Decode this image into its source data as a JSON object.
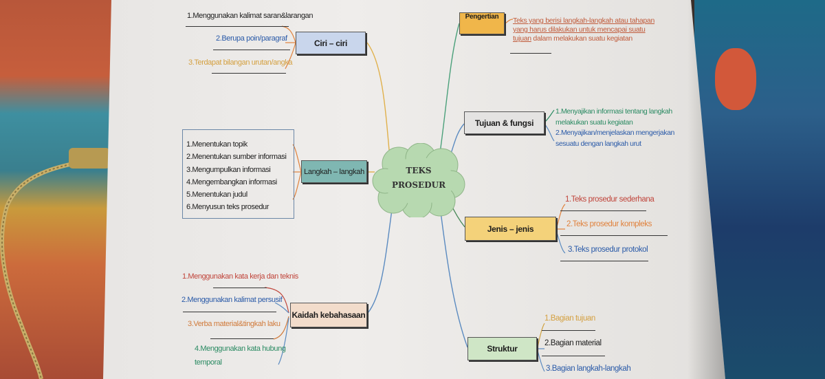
{
  "center": {
    "label_line1": "TEKS",
    "label_line2": "PROSEDUR"
  },
  "ciri": {
    "label": "Ciri – ciri",
    "items": [
      "1.Menggunakan kalimat saran&larangan",
      "2.Berupa poin/paragraf",
      "3.Terdapat bilangan urutan/angka"
    ]
  },
  "langkah": {
    "label": "Langkah – langkah",
    "items": [
      "1.Menentukan topik",
      "2.Menentukan sumber informasi",
      "3.Mengumpulkan informasi",
      "4.Mengembangkan informasi",
      "5.Menentukan judul",
      "6.Menyusun teks prosedur"
    ]
  },
  "kaidah": {
    "label": "Kaidah kebahasaan",
    "items": [
      "1.Menggunakan kata kerja dan teknis",
      "2.Menggunakan kalimat persusif",
      "3.Verba material&tingkah laku",
      "4.Menggunakan kata hubung",
      "temporal"
    ]
  },
  "pengertian": {
    "label": "Pengertian",
    "lines": [
      "Teks yang berisi langkah-langkah atau tahapan",
      "yang harus dilakukan untuk mencapai suatu",
      "tujuan",
      " dalam melakukan suatu kegiatan"
    ]
  },
  "tujuan": {
    "label": "Tujuan & fungsi",
    "lines": [
      "1.Menyajikan informasi tentang langkah",
      "melakukan suatu kegiatan",
      "2.Menyajikan/menjelaskan mengerjakan",
      "sesuatu dengan langkah urut"
    ]
  },
  "jenis": {
    "label": "Jenis – jenis",
    "items": [
      "1.Teks prosedur sederhana",
      "2.Teks prosedur kompleks",
      "3.Teks prosedur protokol"
    ]
  },
  "struktur": {
    "label": "Struktur",
    "items": [
      "1.Bagian tujuan",
      "2.Bagian material",
      "3.Bagian langkah-langkah"
    ]
  },
  "colors": {
    "ciri_box": "#c9d6ec",
    "langkah_box": "#7fb7b2",
    "kaidah_box": "#f2dccb",
    "pengertian_box": "#f0b64a",
    "tujuan_box": "#e4e3e2",
    "jenis_box": "#f4d27a",
    "struktur_box": "#cfe6c6",
    "cloud": "#b7d9b0",
    "red_text": "#c0443a",
    "blue_text": "#2a5aa8",
    "orange_text": "#d07a3a",
    "green_text": "#2a8a62"
  }
}
